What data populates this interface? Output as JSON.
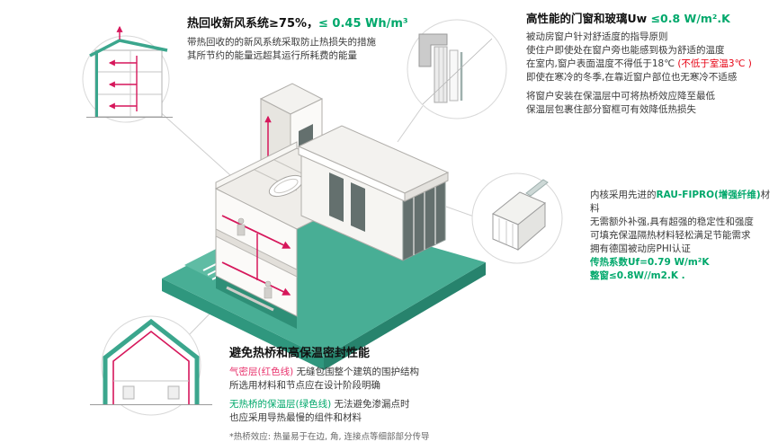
{
  "palette": {
    "teal_accent": "#3ba68d",
    "ground_teal": "#48ae95",
    "duct_red": "#d6175b",
    "green_text": "#00a86b",
    "pink_red_text": "#e8336d",
    "warning_red_text": "#e60012"
  },
  "blocks": {
    "hrv": {
      "title_black": "热回收新风系统≥75%，",
      "title_green": "≤ 0.45 Wh/m³",
      "line1": "带热回收的的新风系统采取防止热损失的措施",
      "line2": "其所节约的能量远超其运行所耗费的能量"
    },
    "window": {
      "title_black": "高性能的门窗和玻璃Uw ",
      "title_green": "≤0.8 W/m².K",
      "line1": "被动房窗户针对舒适度的指导原则",
      "line2": "使住户即使处在窗户旁也能感到极为舒适的温度",
      "line3_black": "在室内,窗户表面温度不得低于18℃ ",
      "line3_red": "(不低于室温3℃ )",
      "line4": "即使在寒冷的冬季,在靠近窗户部位也无寒冷不适感",
      "line5": "将窗户安装在保温层中可将热桥效应降至最低",
      "line6": "保温层包裹住部分窗框可有效降低热损失"
    },
    "profile": {
      "line1_a": "内核采用先进的",
      "line1_green": "RAU-FIPRO(增强纤维)",
      "line1_b": "材料",
      "line2": "无需额外补强,具有超强的稳定性和强度",
      "line3": "可填充保温隔热材料轻松满足节能需求",
      "line4": "拥有德国被动房PHI认证",
      "line5": "传热系数Uf=0.79 W/m²K",
      "line6": "整窗≤0.8W//m2.K ."
    },
    "thermal": {
      "title": "避免热桥和高保温密封性能",
      "line1_red": "气密层(红色线)",
      "line1_rest": " 无缝包围整个建筑的围护结构",
      "line2": "所选用材料和节点应在设计阶段明确",
      "line3_green": "无热桥的保温层(绿色线)",
      "line3_rest": " 无法避免渗漏点时",
      "line4": "也应采用导热最慢的组件和材料",
      "footnote": "*热桥效应: 热量易于在边, 角, 连接点等细部部分传导"
    }
  }
}
